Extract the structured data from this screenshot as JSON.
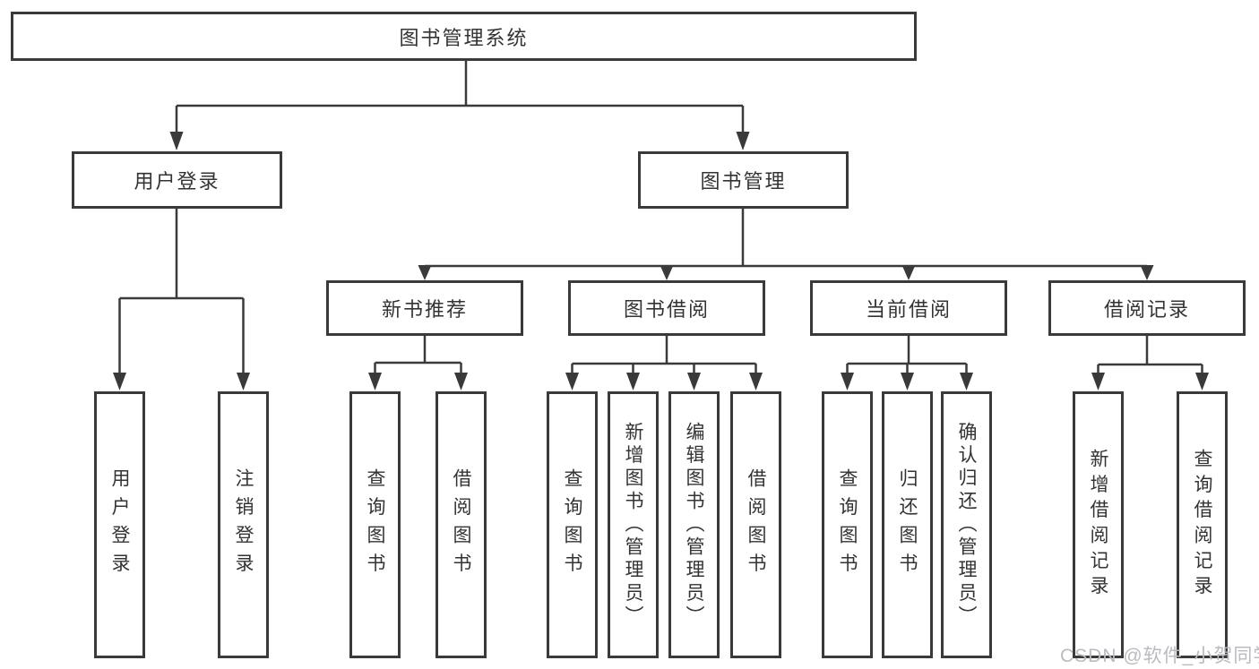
{
  "diagram": {
    "title": "图书管理系统",
    "nodes": {
      "root": "图书管理系统",
      "user_login": "用户登录",
      "book_mgmt": "图书管理",
      "new_book_rec": "新书推荐",
      "book_borrow": "图书借阅",
      "current_borrow": "当前借阅",
      "borrow_records": "借阅记录",
      "user_login_v": "用户登录",
      "logout": "注销登录",
      "nb_query": "查询图书",
      "nb_borrow": "借阅图书",
      "bb_query": "查询图书",
      "bb_add": "新增图书（管理员）",
      "bb_edit": "编辑图书（管理员）",
      "bb_borrow": "借阅图书",
      "cb_query": "查询图书",
      "cb_return": "归还图书",
      "cb_confirm": "确认归还（管理员）",
      "br_add": "新增借阅记录",
      "br_query": "查询借阅记录"
    }
  },
  "watermark": "CSDN @软件_小贺同学",
  "colors": {
    "line": "#3a3a3a",
    "text": "#333333",
    "watermark": "#b9bbc0",
    "background": "#ffffff"
  }
}
